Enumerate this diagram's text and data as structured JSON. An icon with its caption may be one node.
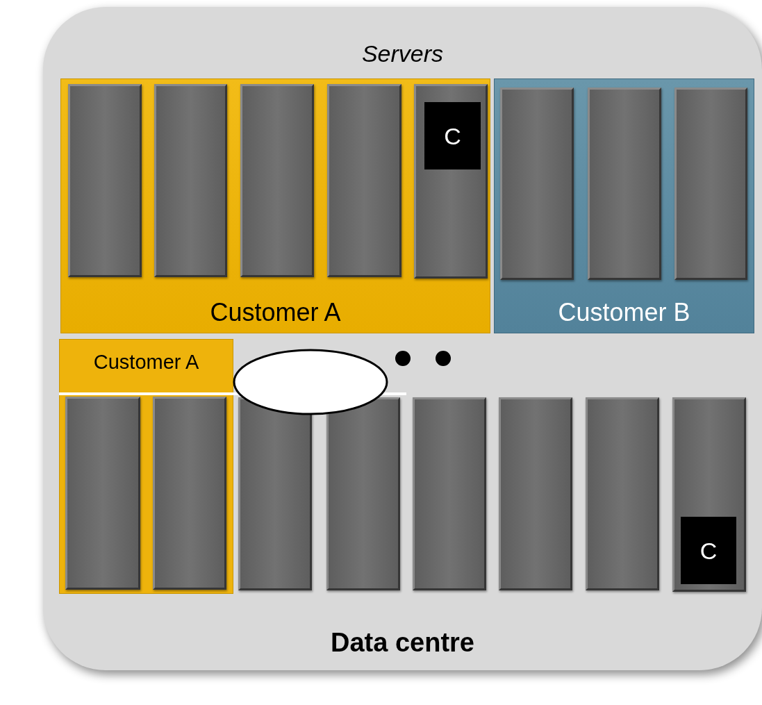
{
  "diagram": {
    "nodes": [
      {
        "text": [
          "Servers",
          "Data centre"
        ]
      },
      {
        "text": [
          "Customer A"
        ],
        "in": 0
      },
      {
        "text": [],
        "shape": "box",
        "in": 1
      },
      {
        "text": [],
        "shape": "box",
        "in": 1
      },
      {
        "text": [],
        "shape": "box",
        "in": 1
      },
      {
        "text": [],
        "shape": "box",
        "in": 1
      },
      {
        "text": [],
        "shape": "box",
        "in": 1
      },
      {
        "text": [
          "C"
        ],
        "in": 6
      },
      {
        "text": [
          "Customer B"
        ],
        "in": 0
      },
      {
        "text": [],
        "shape": "box",
        "in": 8
      },
      {
        "text": [],
        "shape": "box",
        "in": 8
      },
      {
        "text": [],
        "shape": "box",
        "in": 8
      },
      {
        "text": [
          "Customer A"
        ],
        "in": 0
      },
      {
        "text": [],
        "shape": "box",
        "in": 12
      },
      {
        "text": [],
        "shape": "box",
        "in": 12
      },
      {
        "text": [],
        "shape": "circle",
        "in": 0
      },
      {
        "text": [],
        "shape": "box",
        "in": 0
      },
      {
        "text": [],
        "shape": "box",
        "in": 0
      },
      {
        "text": [],
        "shape": "box",
        "in": 0
      },
      {
        "text": [],
        "shape": "box",
        "in": 0
      },
      {
        "text": [],
        "shape": "box",
        "in": 0
      },
      {
        "text": [],
        "shape": "box",
        "in": 0
      },
      {
        "text": [
          "C"
        ],
        "in": 21
      }
    ]
  }
}
